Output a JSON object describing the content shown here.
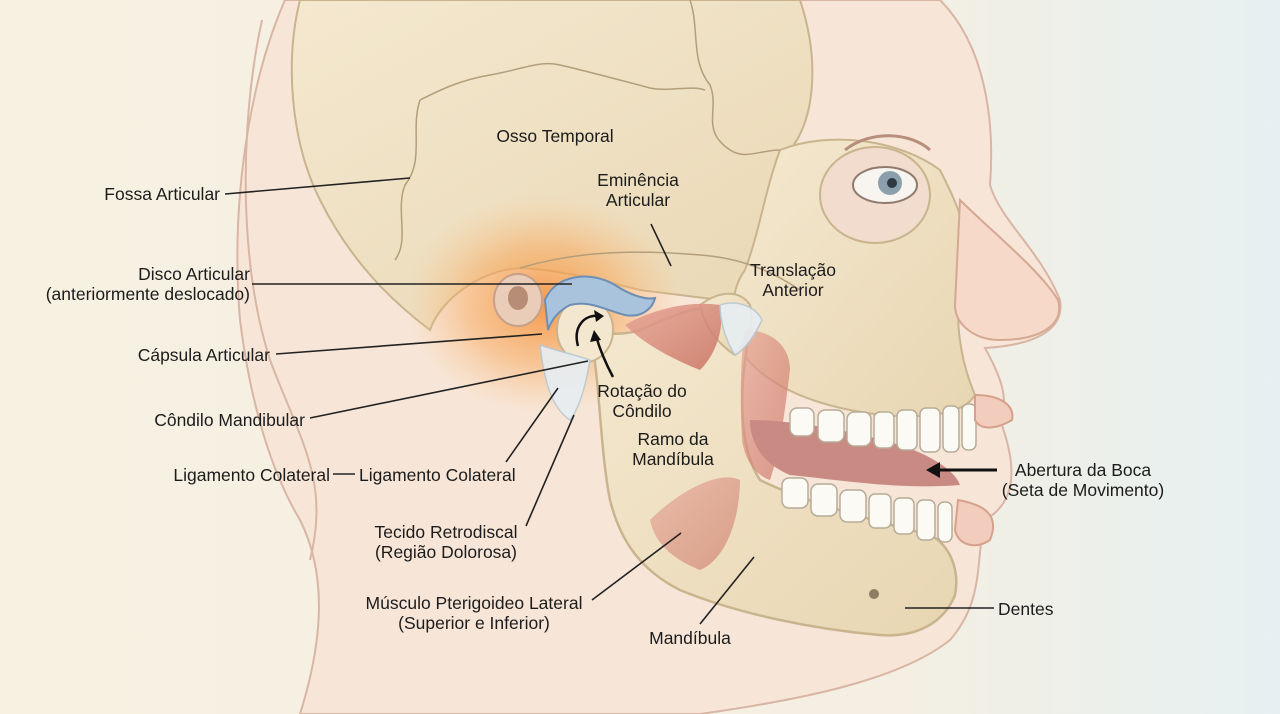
{
  "labels": {
    "osso_temporal": "Osso Temporal",
    "fossa_articular": "Fossa Articular",
    "eminencia": [
      "Eminência",
      "Articular"
    ],
    "disco": [
      "Disco Articular",
      "(anteriormente deslocado)"
    ],
    "translacao": [
      "Translação",
      "Anterior"
    ],
    "capsula": "Cápsula Articular",
    "rotacao": [
      "Rotação do",
      "Côndilo"
    ],
    "condilo": "Côndilo Mandibular",
    "ramo": [
      "Ramo da",
      "Mandíbula"
    ],
    "ligamento_left": "Ligamento Colateral",
    "ligamento_right": "Ligamento Colateral",
    "abertura": [
      "Abertura da Boca",
      "(Seta de Movimento)"
    ],
    "tecido": [
      "Tecido Retrodiscal",
      "(Região Dolorosa)"
    ],
    "musculo": [
      "Músculo Pterigoideo Lateral",
      "(Superior e Inferior)"
    ],
    "dentes": "Dentes",
    "mandibula": "Mandíbula"
  },
  "colors": {
    "background": "#f6f1e3",
    "background_right": "#e8f1f3",
    "skin": "#f8e7db",
    "bone": "#efe0c0",
    "inflammation": "#f39a44",
    "disc": "#a9c3dc",
    "muscle": "#d78a7a",
    "leader_line": "#222222"
  }
}
